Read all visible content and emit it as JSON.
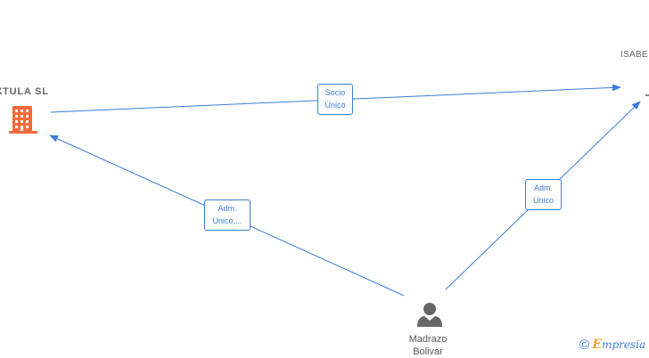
{
  "nodes": {
    "company": {
      "name": "XTULA  SL",
      "icon": "building-icon",
      "color": "#f26b3a"
    },
    "right_entity": {
      "name": "ISABE"
    },
    "person": {
      "name_line1": "Madrazo",
      "name_line2": "Bolivar",
      "icon": "person-icon",
      "color": "#666666"
    }
  },
  "edges": {
    "socio": {
      "line1": "Socio",
      "line2": "Único"
    },
    "adm_company": {
      "line1": "Adm.",
      "line2": "Unico,..."
    },
    "adm_right": {
      "line1": "Adm.",
      "line2": "Unico"
    }
  },
  "colors": {
    "edge": "#3b7dd8",
    "company": "#f26b3a",
    "person": "#666666"
  },
  "watermark": {
    "symbol": "©",
    "brand_initial": "E",
    "brand_rest": "mpresia"
  }
}
